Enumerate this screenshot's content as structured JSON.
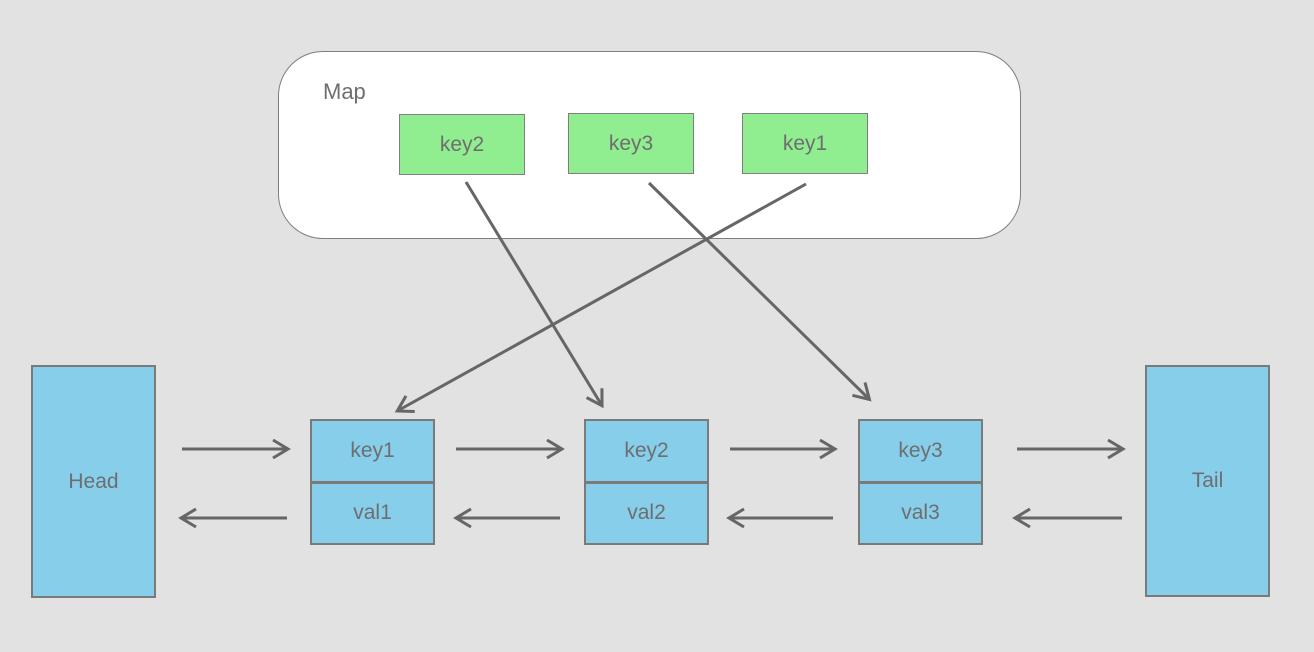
{
  "map": {
    "label": "Map",
    "keys": [
      {
        "label": "key2"
      },
      {
        "label": "key3"
      },
      {
        "label": "key1"
      }
    ]
  },
  "list": {
    "head_label": "Head",
    "tail_label": "Tail",
    "nodes": [
      {
        "key": "key1",
        "val": "val1"
      },
      {
        "key": "key2",
        "val": "val2"
      },
      {
        "key": "key3",
        "val": "val3"
      }
    ]
  },
  "arrows": {
    "map_to_list": [
      {
        "from": "map-key2",
        "to": "list-node-key2"
      },
      {
        "from": "map-key3",
        "to": "list-node-key3"
      },
      {
        "from": "map-key1",
        "to": "list-node-key1"
      }
    ],
    "forward_chain": [
      "Head → key1",
      "key1 → key2",
      "key2 → key3",
      "key3 → Tail"
    ],
    "backward_chain": [
      "key1 → Head",
      "key2 → key1",
      "key3 → key2",
      "Tail → key3"
    ]
  },
  "colors": {
    "background": "#e2e2e2",
    "map_fill": "#ffffff",
    "key_fill": "#90ee90",
    "node_fill": "#87ceeb",
    "border": "#7f7f7f",
    "text": "#6e6e6e",
    "arrow": "#666666"
  }
}
